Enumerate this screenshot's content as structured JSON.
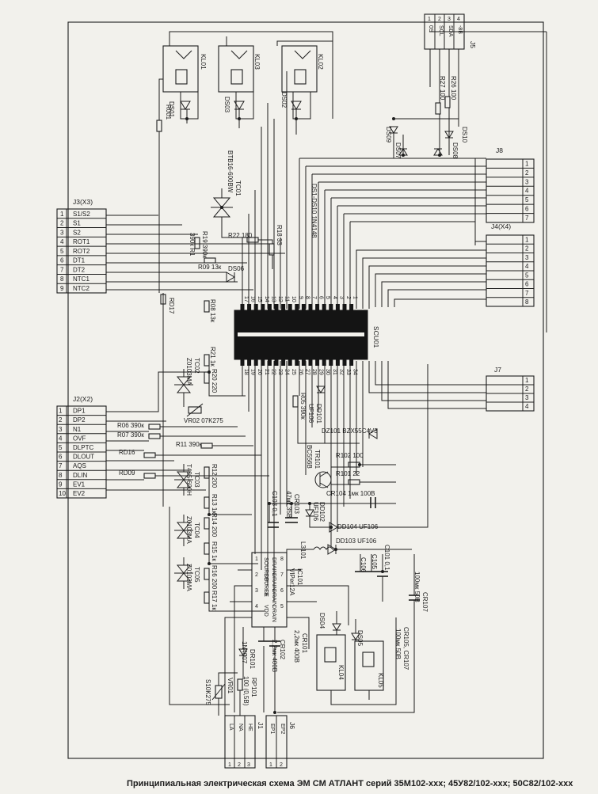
{
  "caption": "Принципиальная электрическая схема ЭМ СМ АТЛАНТ серий 35М102-ххх; 45У82/102-ххх; 50С82/102-ххх",
  "connectors": {
    "j3": {
      "title": "J3(X3)",
      "pins": [
        "1",
        "2",
        "3",
        "4",
        "5",
        "6",
        "7",
        "8",
        "9"
      ],
      "signals": [
        "S1/S2",
        "S1",
        "S2",
        "ROT1",
        "ROT2",
        "DT1",
        "DT2",
        "NTC1",
        "NTC2"
      ]
    },
    "j2": {
      "title": "J2(X2)",
      "pins": [
        "1",
        "2",
        "3",
        "4",
        "5",
        "6",
        "7",
        "8",
        "9",
        "10"
      ],
      "signals": [
        "DP1",
        "DP2",
        "N1",
        "OVF",
        "DLPTC",
        "DLOUT",
        "AQS",
        "DLIN",
        "EV1",
        "EV2"
      ]
    },
    "j8": {
      "title": "J8",
      "pins": [
        "1",
        "2",
        "3",
        "4",
        "5",
        "6",
        "7"
      ]
    },
    "j4": {
      "title": "J4(X4)",
      "pins": [
        "1",
        "2",
        "3",
        "4",
        "5",
        "6",
        "7",
        "8"
      ]
    },
    "j7": {
      "title": "J7",
      "pins": [
        "1",
        "2",
        "3",
        "4"
      ]
    },
    "j5": {
      "title": "J5",
      "pins": [
        "1",
        "2",
        "3",
        "4"
      ],
      "signals": [
        "0S",
        "SCL",
        "SDA",
        "-8B"
      ]
    },
    "j1": {
      "title": "J1",
      "pins": [
        "1",
        "2",
        "3"
      ],
      "signals": [
        "LA",
        "NA",
        "HE"
      ]
    },
    "j6": {
      "title": "J6",
      "pins": [
        "1",
        "2"
      ],
      "signals": [
        "EP1",
        "EP2"
      ]
    }
  },
  "components": {
    "kl01": "KL01",
    "kl03": "KL03",
    "kl02": "KL02",
    "ds01": "DS01",
    "ds03": "DS03",
    "ds02": "DS02",
    "r001": "R001",
    "tc01": "TC01",
    "tc01_type": "BTB16-600BW",
    "r22": "R22 180",
    "r18": "R18 33",
    "r19": "R19 390к",
    "r19b": "390к R1",
    "r09": "R09 13к",
    "ds06": "DS06",
    "r08": "R08 13к",
    "rd17": "RD17",
    "ds1_10": "DS1-DS10 1N4148",
    "ds09": "DS09",
    "ds07": "DS07",
    "ds08": "DS08",
    "ds10": "DS10",
    "r26": "R26 100",
    "r27": "R27 100",
    "scu01": "SCU01",
    "r21": "R21 1к",
    "r20": "R20 220",
    "tc02": "TC02",
    "tc02_type": "Z0103MA",
    "vr02": "VR02 07K275",
    "r06": "R06 390к",
    "r07": "R07 390к",
    "r11": "R11 390к",
    "rd16": "RD16",
    "rd09": "RD09",
    "r12": "R12 200",
    "r13": "R13 1к",
    "tc03": "TC03",
    "tc03_type": "T405-600H",
    "r14": "R14 200",
    "r15": "R15 1к",
    "tc04": "TC04",
    "tc04_type": "Z0103MA",
    "r16": "R16 200",
    "r17": "R17 1к",
    "tc05": "TC05",
    "tc05_type": "Z0103MA",
    "r05": "R05 390к",
    "dd101": "DD101",
    "dd101_type": "UF106",
    "dz101": "DZ101 BZX55C4V3",
    "tr101": "TR101",
    "tr101_type": "BC556B",
    "r102": "R102 100",
    "r101": "R101 22",
    "cr104": "CR104 1мк 100B",
    "cr103": "CR103",
    "cr103_val": "47мк 35B",
    "c103": "C103 0,1",
    "dd102": "DD102",
    "dd102_type": "UF106",
    "dd104": "DD104 UF106",
    "dd103": "DD103 UF106",
    "l3101": "L3101",
    "c101": "C101 0,1",
    "c105": "C105",
    "c106": "C106",
    "ic101": "IC101",
    "ic101_type": "VIPer12A",
    "ic_pins": [
      "SOURCE",
      "SOURCE",
      "FB",
      "VDD",
      "DRAIN",
      "DRAIN",
      "DRAIN",
      "DRAIN"
    ],
    "cr107": "CR107",
    "cr107_val": "100мк 50B",
    "cr105": "CR105, CR107",
    "cr105_val": "100мк 50B",
    "ds04": "DS04",
    "ds05": "DS05",
    "kl04": "KL04",
    "kl05": "KL05",
    "cr101": "CR101",
    "cr101_val": "2,2мк 400B",
    "cr102": "CR102",
    "cr102_val": "2,2мк 400B",
    "dr101": "DR101",
    "dr101_type": "1N4007",
    "rp101": "RP101",
    "rp101_val": "100 (0,5B)",
    "vr01": "VR01",
    "vr01_type": "S10K275"
  },
  "scu_pins_top": [
    "17",
    "16",
    "15",
    "14",
    "13",
    "12",
    "11",
    "10",
    "9",
    "8",
    "7",
    "6",
    "5",
    "4",
    "3",
    "2",
    "1"
  ],
  "scu_pins_bottom": [
    "18",
    "19",
    "20",
    "21",
    "22",
    "23",
    "24",
    "25",
    "26",
    "27",
    "28",
    "29",
    "30",
    "31",
    "32",
    "33",
    "34"
  ]
}
